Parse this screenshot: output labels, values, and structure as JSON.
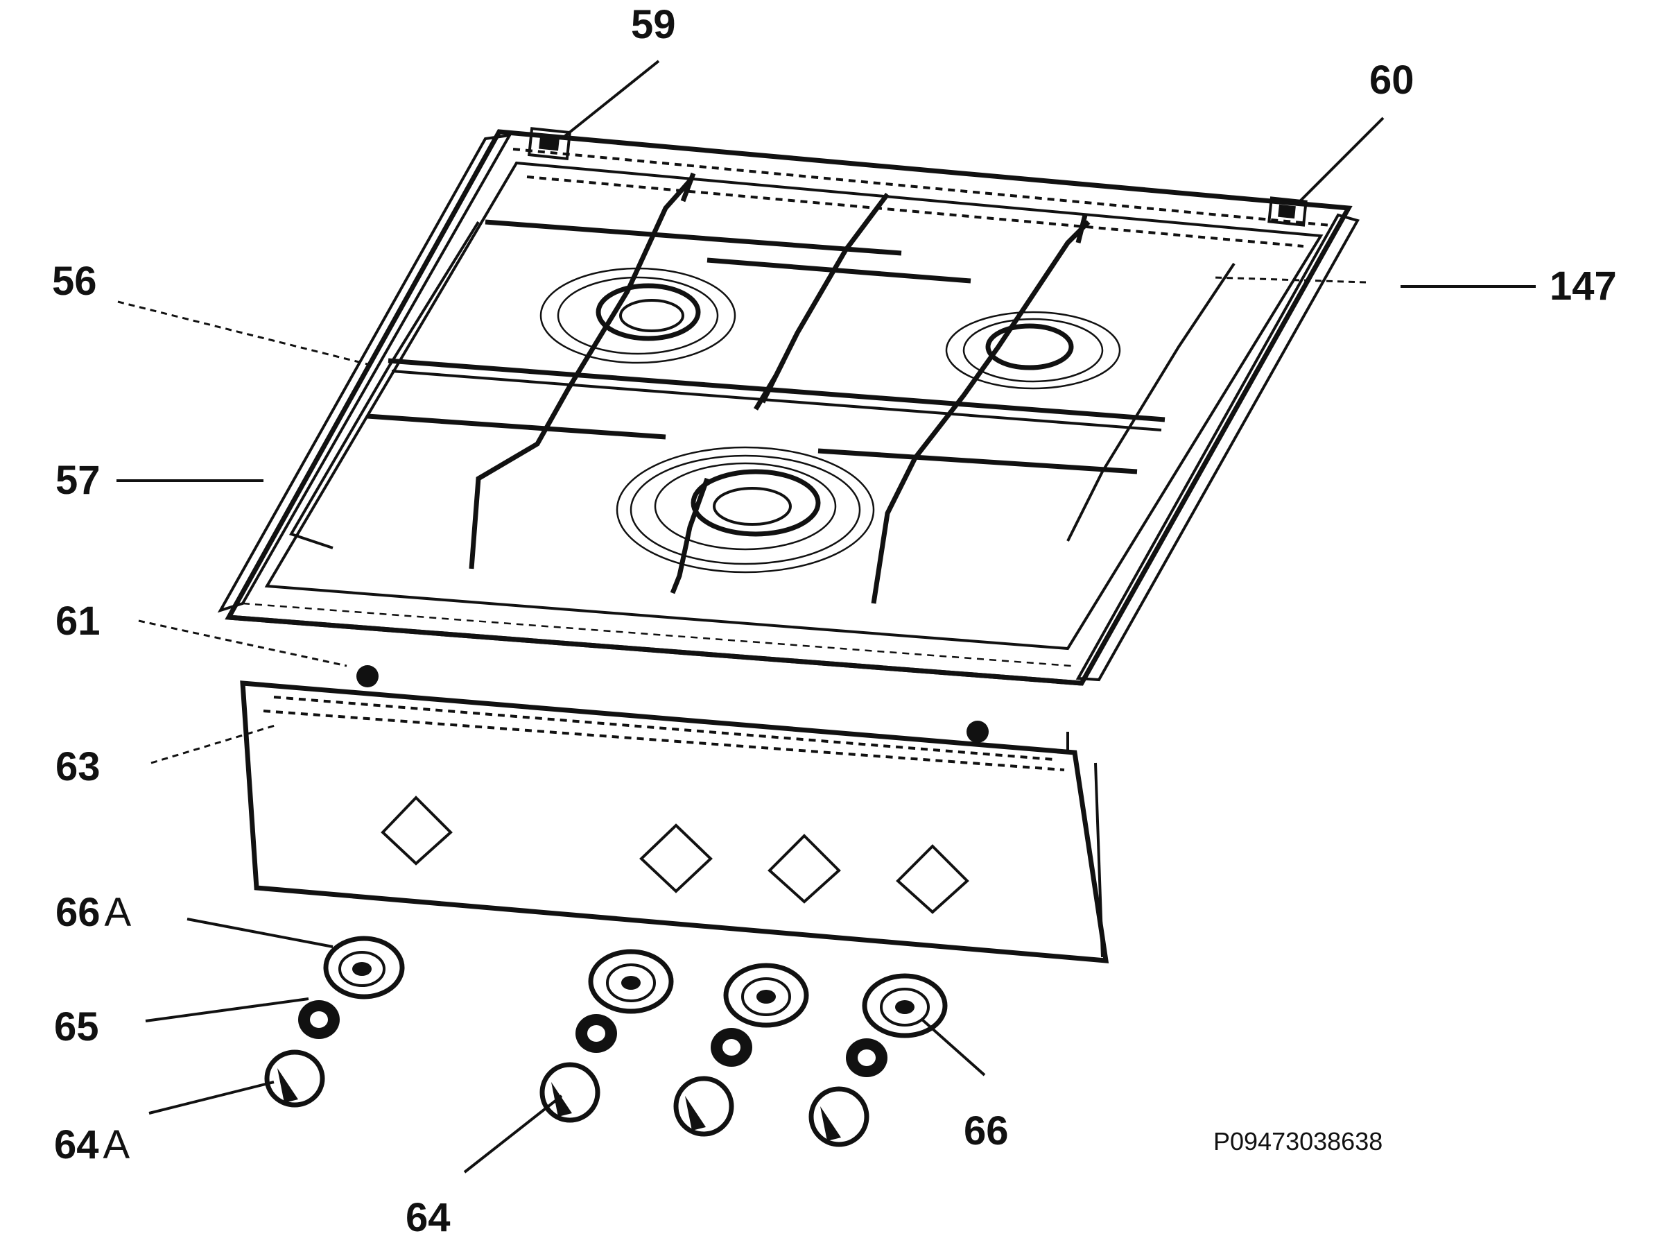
{
  "diagram": {
    "callouts": [
      {
        "id": "59",
        "text": "59"
      },
      {
        "id": "60",
        "text": "60"
      },
      {
        "id": "56",
        "text": "56"
      },
      {
        "id": "147",
        "text": "147"
      },
      {
        "id": "57",
        "text": "57"
      },
      {
        "id": "61",
        "text": "61"
      },
      {
        "id": "63",
        "text": "63"
      },
      {
        "id": "66A",
        "text": "66",
        "suffix": "A"
      },
      {
        "id": "65",
        "text": "65"
      },
      {
        "id": "64A",
        "text": "64",
        "suffix": "A"
      },
      {
        "id": "64",
        "text": "64"
      },
      {
        "id": "66",
        "text": "66"
      }
    ],
    "reference_code": "P09473038638"
  }
}
